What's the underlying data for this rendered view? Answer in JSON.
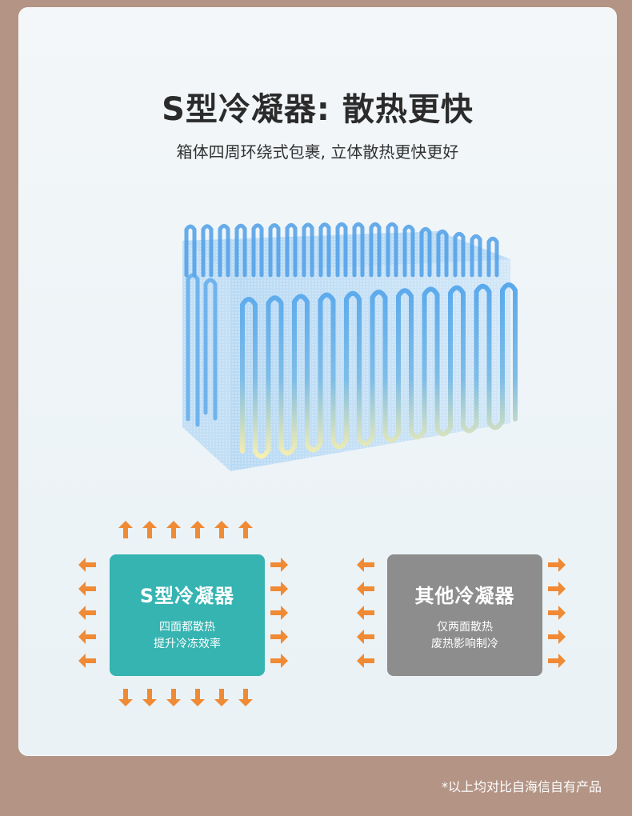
{
  "headline": {
    "title": "S型冷凝器: 散热更快",
    "subtitle": "箱体四周环绕式包裹, 立体散热更快更好"
  },
  "comparison": {
    "s_condenser": {
      "name": "S型冷凝器",
      "line1": "四面都散热",
      "line2": "提升冷冻效率",
      "color": "#35b4b1"
    },
    "other_condenser": {
      "name": "其他冷凝器",
      "line1": "仅两面散热",
      "line2": "废热影响制冷",
      "color": "#8d8d8d"
    },
    "arrow_color": "#f08a34"
  },
  "footnote": "*以上均对比自海信自有产品",
  "colors": {
    "background": "#b39485",
    "tube_blue": "#5aa9ec",
    "tube_yellow": "#f6efb0"
  }
}
